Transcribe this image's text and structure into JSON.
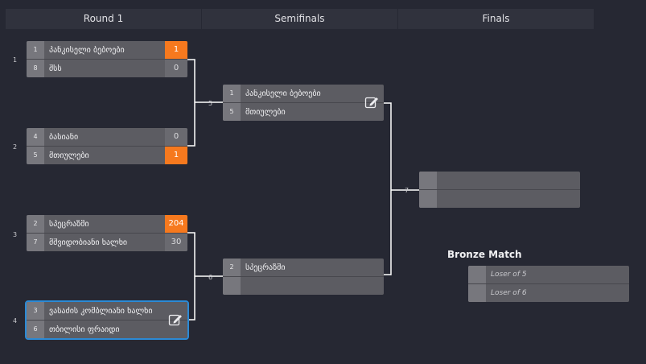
{
  "rounds": [
    "Round 1",
    "Semifinals",
    "Finals"
  ],
  "matches": {
    "m1": {
      "number": "1",
      "teams": [
        {
          "seed": "1",
          "name": "პანკისელი ბებოები",
          "score": "1",
          "winner": true
        },
        {
          "seed": "8",
          "name": "შსს",
          "score": "0",
          "winner": false
        }
      ]
    },
    "m2": {
      "number": "2",
      "teams": [
        {
          "seed": "4",
          "name": "ბასიანი",
          "score": "0",
          "winner": false
        },
        {
          "seed": "5",
          "name": "მთიულები",
          "score": "1",
          "winner": true
        }
      ]
    },
    "m3": {
      "number": "3",
      "teams": [
        {
          "seed": "2",
          "name": "სპეცრაზმი",
          "score": "204",
          "winner": true
        },
        {
          "seed": "7",
          "name": "მშვიდობიანი ხალხი",
          "score": "30",
          "winner": false
        }
      ]
    },
    "m4": {
      "number": "4",
      "teams": [
        {
          "seed": "3",
          "name": "ვასაძის კომბლიანი ხალხი",
          "score": "",
          "winner": false
        },
        {
          "seed": "6",
          "name": "თბილისი ფრაიდი",
          "score": "",
          "winner": false
        }
      ]
    },
    "m5": {
      "number": "5",
      "teams": [
        {
          "seed": "1",
          "name": "პანკისელი ბებოები"
        },
        {
          "seed": "5",
          "name": "მთიულები"
        }
      ]
    },
    "m6": {
      "number": "6",
      "teams": [
        {
          "seed": "2",
          "name": "სპეცრაზმი"
        },
        {
          "seed": "",
          "name": ""
        }
      ]
    },
    "m7": {
      "number": "7",
      "teams": [
        {
          "seed": "",
          "name": ""
        },
        {
          "seed": "",
          "name": ""
        }
      ]
    }
  },
  "bronze": {
    "title": "Bronze Match",
    "teams": [
      "Loser of 5",
      "Loser of 6"
    ]
  },
  "colors": {
    "background": "#262833",
    "winner_score": "#f6791e",
    "selected_outline": "#2b8ad6",
    "connector": "#ffffff"
  },
  "icons": {
    "edit": "edit-icon"
  }
}
